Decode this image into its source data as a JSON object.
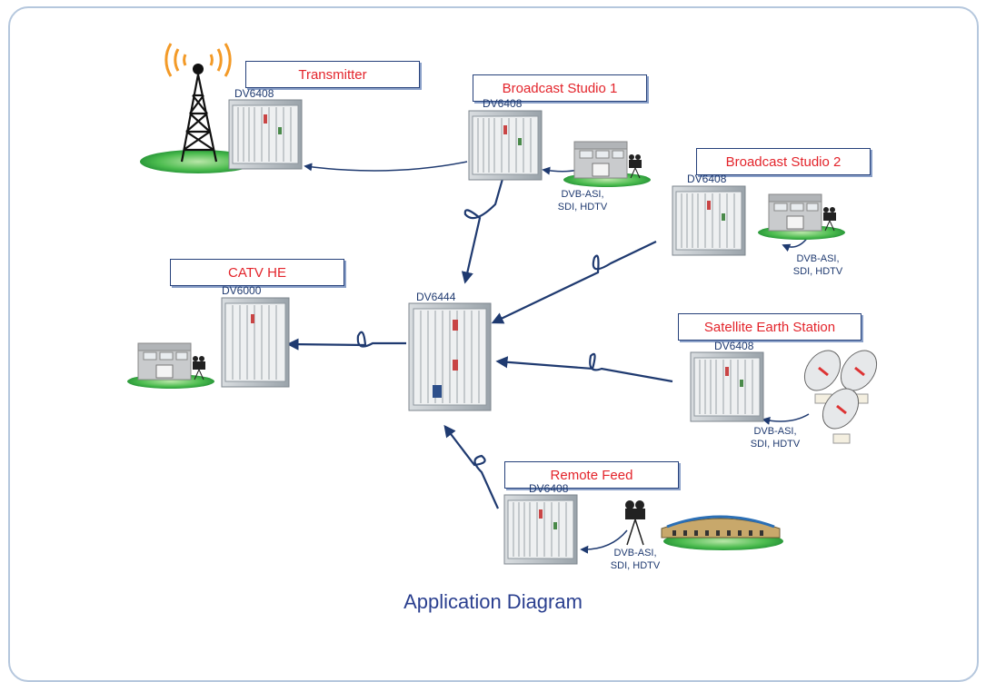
{
  "labels": {
    "transmitter": "Transmitter",
    "studio1": "Broadcast Studio 1",
    "studio2": "Broadcast Studio 2",
    "catv": "CATV HE",
    "satellite": "Satellite Earth Station",
    "remote": "Remote Feed"
  },
  "devices": {
    "transmitter": "DV6408",
    "studio1": "DV6408",
    "studio2": "DV6408",
    "catv": "DV6000",
    "hub": "DV6444",
    "satellite": "DV6408",
    "remote": "DV6408"
  },
  "signals": {
    "studio1": "DVB-ASI,\nSDI, HDTV",
    "studio2": "DVB-ASI,\nSDI, HDTV",
    "satellite": "DVB-ASI,\nSDI, HDTV",
    "remote": "DVB-ASI,\nSDI, HDTV"
  },
  "caption": "Application Diagram",
  "colors": {
    "link": "#1f3a70",
    "label_text": "#e3242b",
    "frame": "#b5c7dd",
    "grass": "#3fb64a"
  }
}
